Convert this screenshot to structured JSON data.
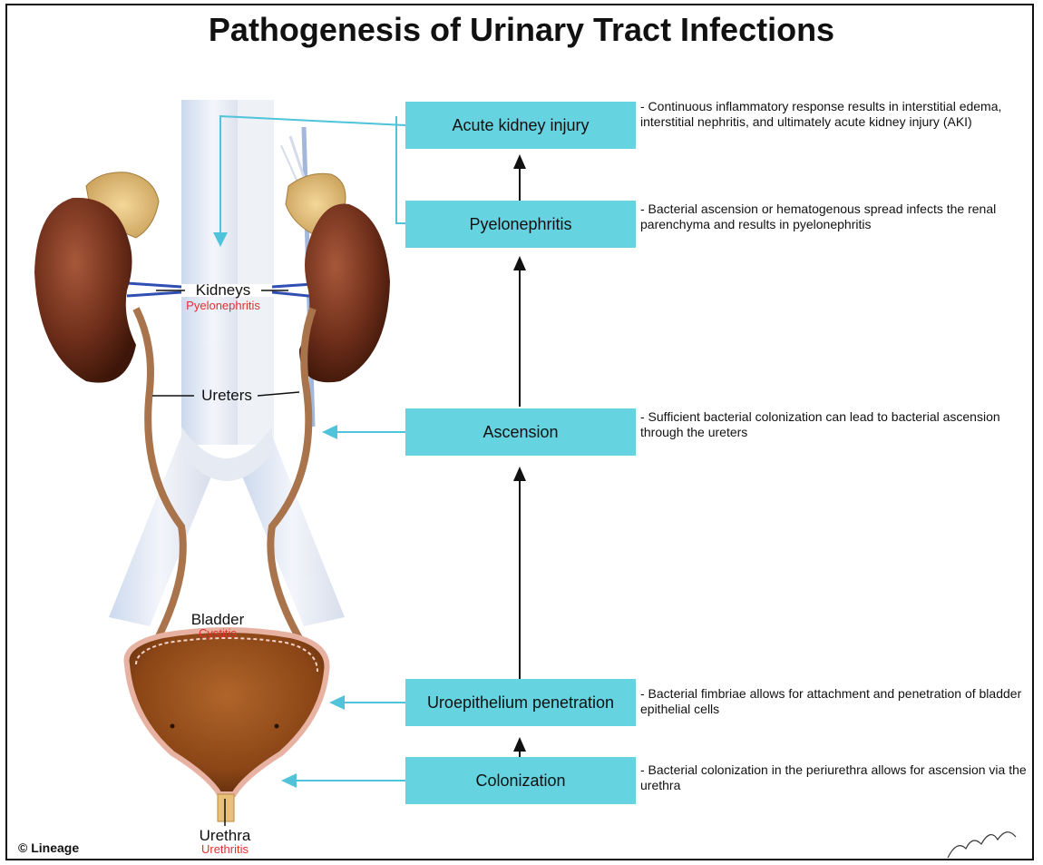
{
  "title": "Pathogenesis of Urinary Tract Infections",
  "stages": [
    {
      "label": "Acute kidney injury",
      "description": "- Continuous inflammatory response results in interstitial edema, interstitial nephritis, and ultimately acute kidney injury (AKI)"
    },
    {
      "label": "Pyelonephritis",
      "description": "- Bacterial ascension or hematogenous spread infects the renal parenchyma and results in pyelonephritis"
    },
    {
      "label": "Ascension",
      "description": "- Sufficient bacterial colonization can lead to bacterial ascension through the ureters"
    },
    {
      "label": "Uroepithelium penetration",
      "description": "- Bacterial fimbriae allows for attachment and penetration of bladder epithelial cells"
    },
    {
      "label": "Colonization",
      "description": "- Bacterial colonization in the periurethra allows for ascension via the urethra"
    }
  ],
  "anatomy": {
    "kidneys": {
      "label": "Kidneys",
      "condition": "Pyelonephritis"
    },
    "ureters": {
      "label": "Ureters"
    },
    "bladder": {
      "label": "Bladder",
      "condition": "Cystitis"
    },
    "urethra": {
      "label": "Urethra",
      "condition": "Urethritis"
    }
  },
  "copyright": "© Lineage",
  "colors": {
    "box": "#66d3e1",
    "connector": "#4fc3d9",
    "condition_text": "#e03030",
    "kidney": "#6e2e1a",
    "bladder": "#8a4516"
  }
}
